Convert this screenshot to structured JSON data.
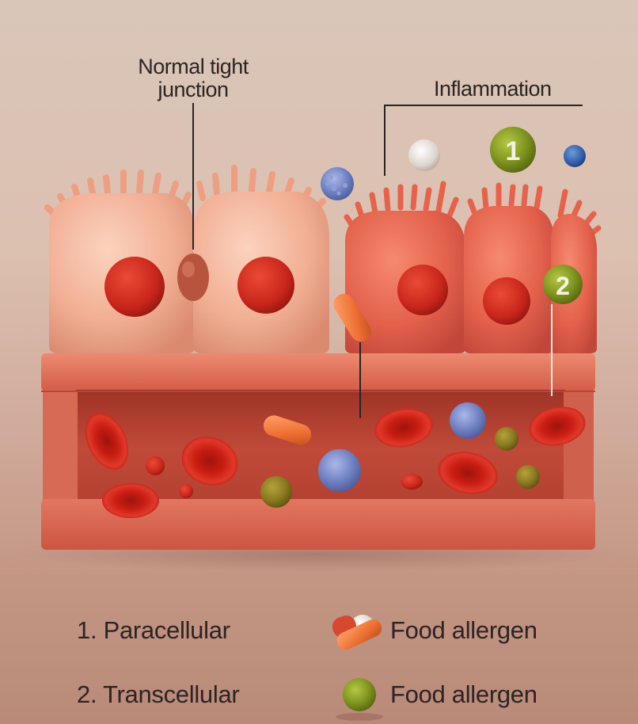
{
  "labels": {
    "normal_junction_line1": "Normal tight",
    "normal_junction_line2": "junction",
    "inflammation": "Inflammation"
  },
  "markers": {
    "paracellular_marker": "1",
    "transcellular_marker": "2"
  },
  "legend": {
    "item1": "1. Paracellular",
    "item2": "2. Transcellular",
    "allergen_a": "Food allergen",
    "allergen_b": "Food allergen"
  },
  "colors": {
    "healthy_cell": "#f2b49a",
    "inflamed_cell": "#e8664f",
    "nucleus": "#c92a1f",
    "tissue": "#d8604c",
    "red_blood_cell": "#cc1e14",
    "allergen_green": "#7a8f1e",
    "immune_cell_blue": "#6b7fc2"
  },
  "icons": [
    "orange-capsule-icon",
    "green-allergen-icon",
    "blue-immune-cell-icon",
    "red-blood-cell-icon"
  ]
}
